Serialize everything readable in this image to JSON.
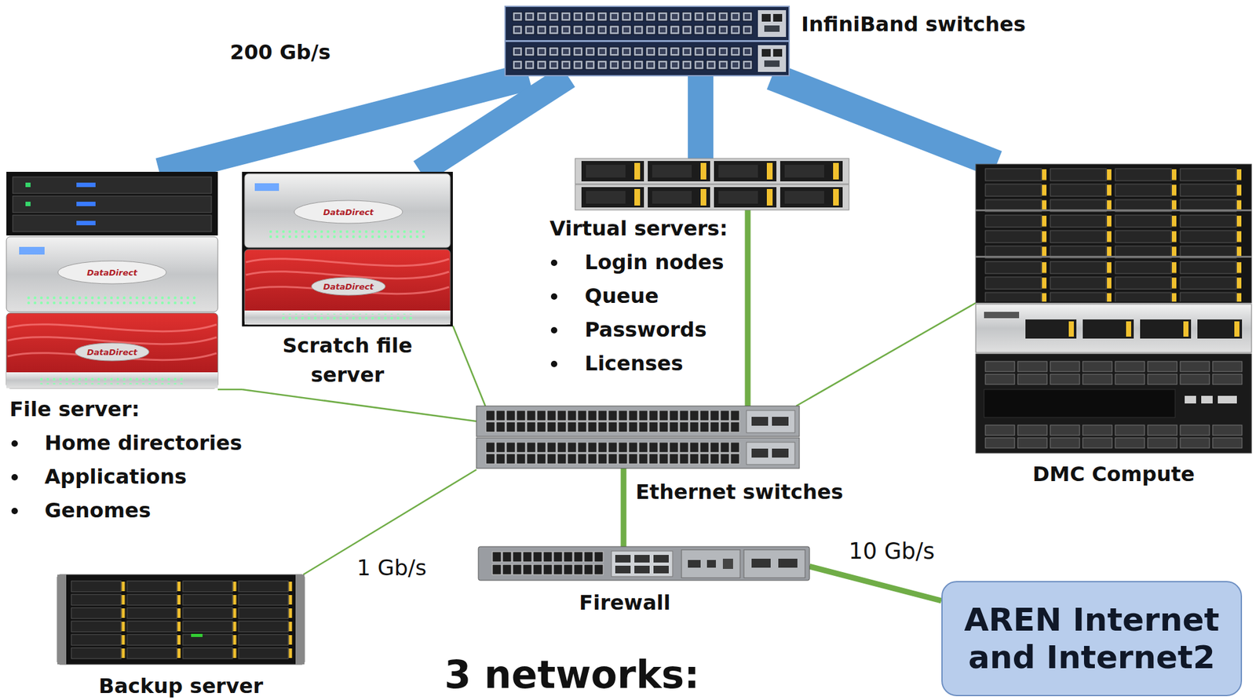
{
  "diagram": {
    "title": "3 networks:",
    "nodes": [
      {
        "text": [
          "InfiniBand switches"
        ]
      },
      {
        "text": [
          "File server:",
          "Home directories",
          "Applications",
          "Genomes"
        ]
      },
      {
        "text": [
          "Scratch file server"
        ]
      },
      {
        "text": [
          "Virtual servers:",
          "Login nodes",
          "Queue",
          "Passwords",
          "Licenses"
        ]
      },
      {
        "text": [
          "DMC Compute"
        ]
      },
      {
        "text": [
          "Ethernet switches"
        ]
      },
      {
        "text": [
          "Firewall"
        ]
      },
      {
        "text": [
          "AREN Internet and Internet2"
        ]
      },
      {
        "text": [
          "Backup server"
        ]
      }
    ],
    "edges": [
      {
        "from": 0,
        "to": 1,
        "arrow": "none",
        "label": "200 Gb/s"
      },
      {
        "from": 0,
        "to": 2,
        "arrow": "none"
      },
      {
        "from": 0,
        "to": 3,
        "arrow": "none"
      },
      {
        "from": 0,
        "to": 4,
        "arrow": "none"
      },
      {
        "from": 1,
        "to": 5,
        "arrow": "none"
      },
      {
        "from": 2,
        "to": 5,
        "arrow": "none"
      },
      {
        "from": 3,
        "to": 5,
        "arrow": "none"
      },
      {
        "from": 4,
        "to": 5,
        "arrow": "none"
      },
      {
        "from": 5,
        "to": 8,
        "arrow": "none",
        "label": "1 Gb/s"
      },
      {
        "from": 5,
        "to": 6,
        "arrow": "none"
      },
      {
        "from": 6,
        "to": 7,
        "arrow": "none",
        "label": "10 Gb/s"
      }
    ],
    "labels": [
      "DataDirect",
      "DataDirect",
      "DataDirect",
      "DataDirect"
    ]
  }
}
